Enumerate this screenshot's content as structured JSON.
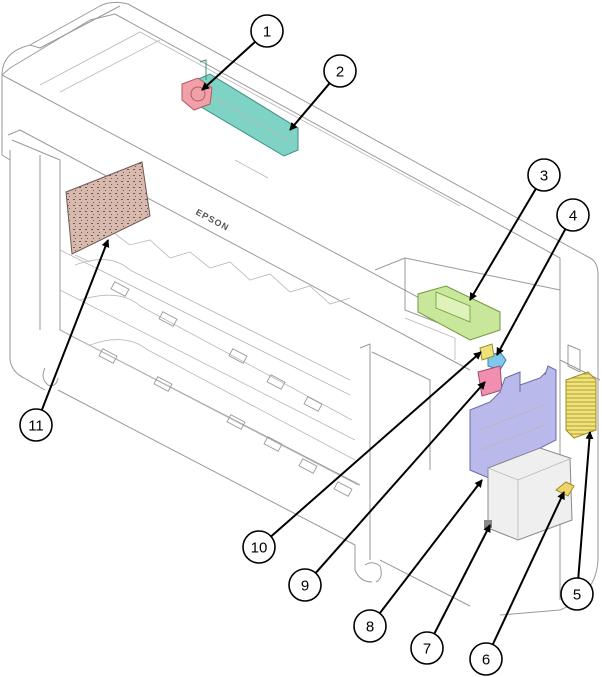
{
  "brand_text": "EPSON",
  "colors": {
    "outline": "#9a9a9a",
    "part_1": "#f2a0a8",
    "part_2": "#7fd3c4",
    "part_3": "#c9e79a",
    "part_4": "#7ec8ee",
    "part_5": "#f1e27a",
    "part_6": "#f1d36a",
    "part_8": "#b9b9ec",
    "part_9": "#f08fb0",
    "part_10": "#eee37a",
    "part_11": "#d8b9ad"
  },
  "callouts": [
    {
      "id": "1",
      "label": "1"
    },
    {
      "id": "2",
      "label": "2"
    },
    {
      "id": "3",
      "label": "3"
    },
    {
      "id": "4",
      "label": "4"
    },
    {
      "id": "5",
      "label": "5"
    },
    {
      "id": "6",
      "label": "6"
    },
    {
      "id": "7",
      "label": "7"
    },
    {
      "id": "8",
      "label": "8"
    },
    {
      "id": "9",
      "label": "9"
    },
    {
      "id": "10",
      "label": "10"
    },
    {
      "id": "11",
      "label": "11"
    }
  ]
}
